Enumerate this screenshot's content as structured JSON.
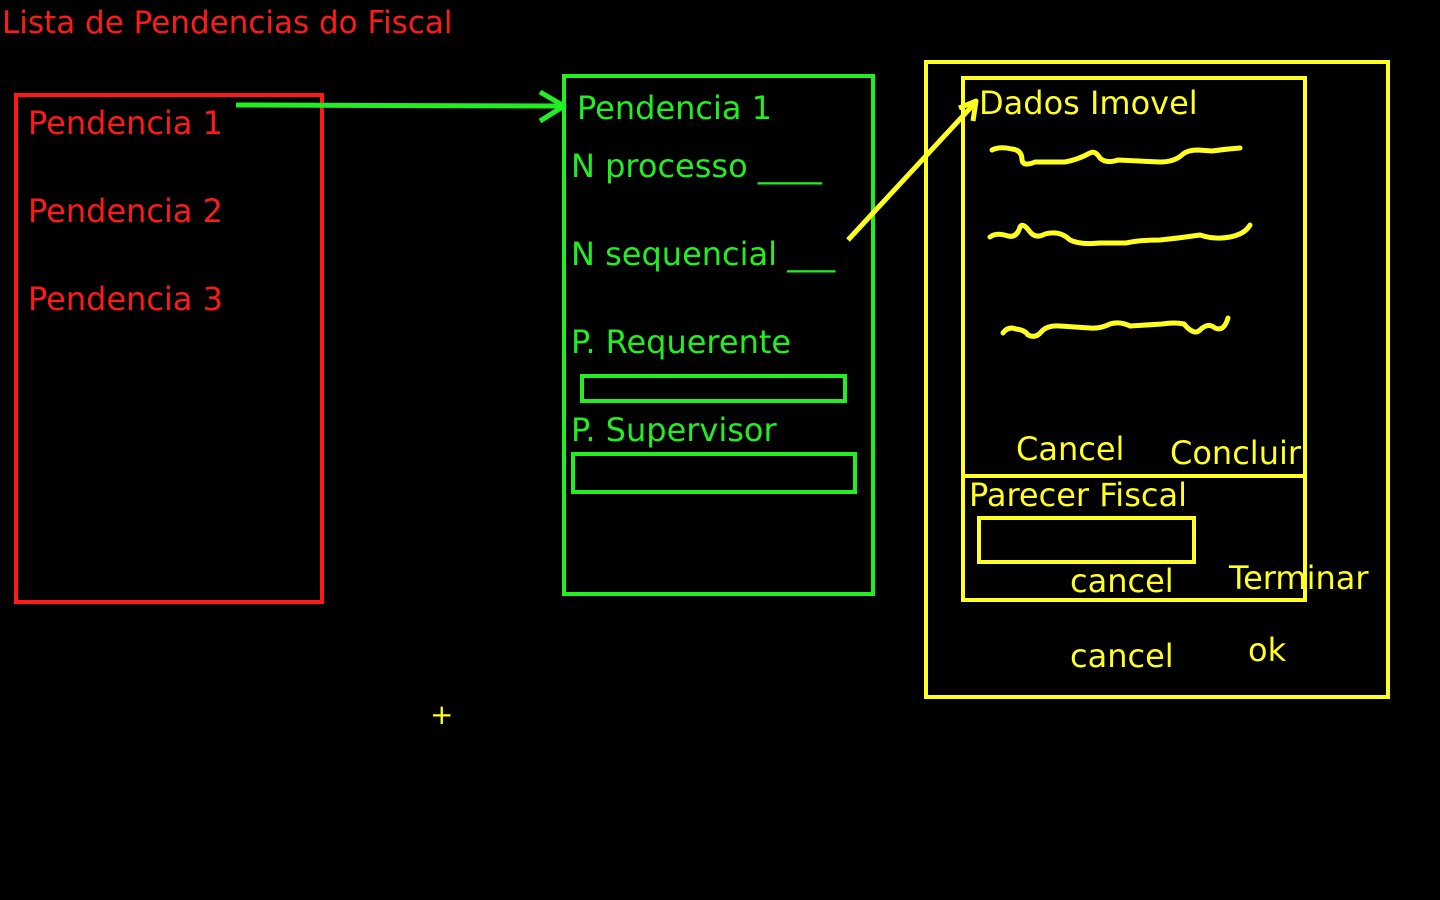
{
  "colors": {
    "red": "#ff1a1a",
    "green": "#22ee22",
    "yellow": "#ffff22",
    "background": "#000000"
  },
  "header": {
    "title": "Lista de Pendencias do Fiscal"
  },
  "list_panel": {
    "items": [
      "Pendencia 1",
      "Pendencia 2",
      "Pendencia 3"
    ]
  },
  "detail_panel": {
    "title": "Pendencia 1",
    "n_processo_label": "N processo ____",
    "n_sequencial_label": "N sequencial ___",
    "p_requerente_label": "P. Requerente",
    "p_supervisor_label": "P. Supervisor"
  },
  "property_panel": {
    "title": "Dados Imovel",
    "cancel_label": "Cancel",
    "concluir_label": "Concluir"
  },
  "parecer_panel": {
    "title": "Parecer Fiscal",
    "cancel_label": "cancel",
    "terminar_label": "Terminar"
  },
  "outer_panel": {
    "cancel_label": "cancel",
    "ok_label": "ok"
  },
  "cursor": {
    "glyph": "+"
  }
}
